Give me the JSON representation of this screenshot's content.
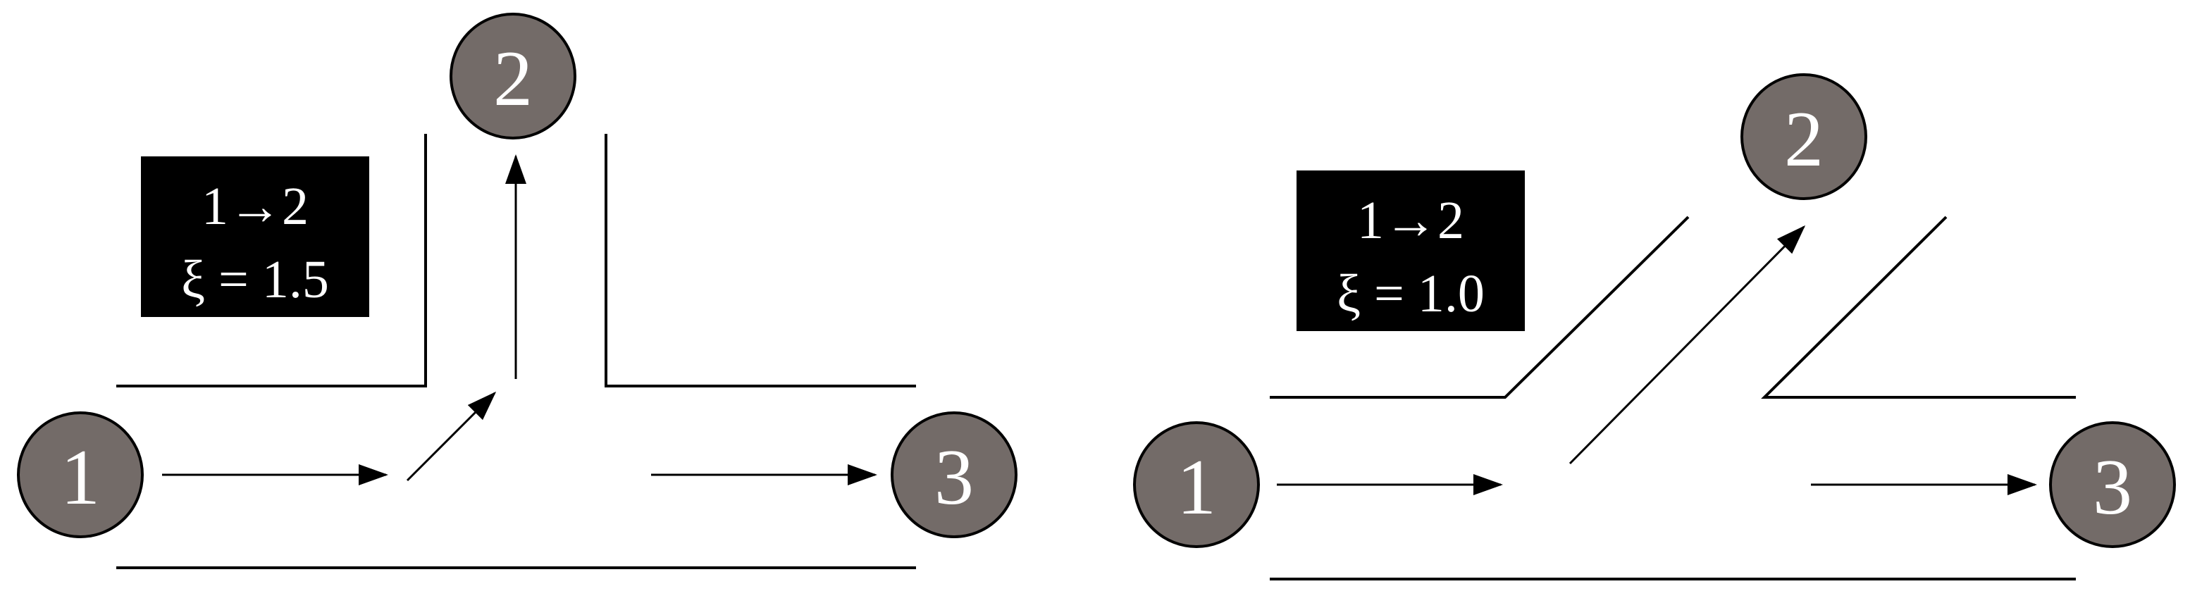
{
  "colors": {
    "node_fill": "#736b68",
    "stroke": "#000000",
    "label_bg": "#000000",
    "label_text": "#ffffff"
  },
  "left_diagram": {
    "nodes": {
      "inlet": "1",
      "branch": "2",
      "outlet": "3"
    },
    "label": {
      "line1": "1→2",
      "line2": "ξ = 1.5"
    }
  },
  "right_diagram": {
    "nodes": {
      "inlet": "1",
      "branch": "2",
      "outlet": "3"
    },
    "label": {
      "line1": "1→2",
      "line2": "ξ = 1.0"
    }
  }
}
